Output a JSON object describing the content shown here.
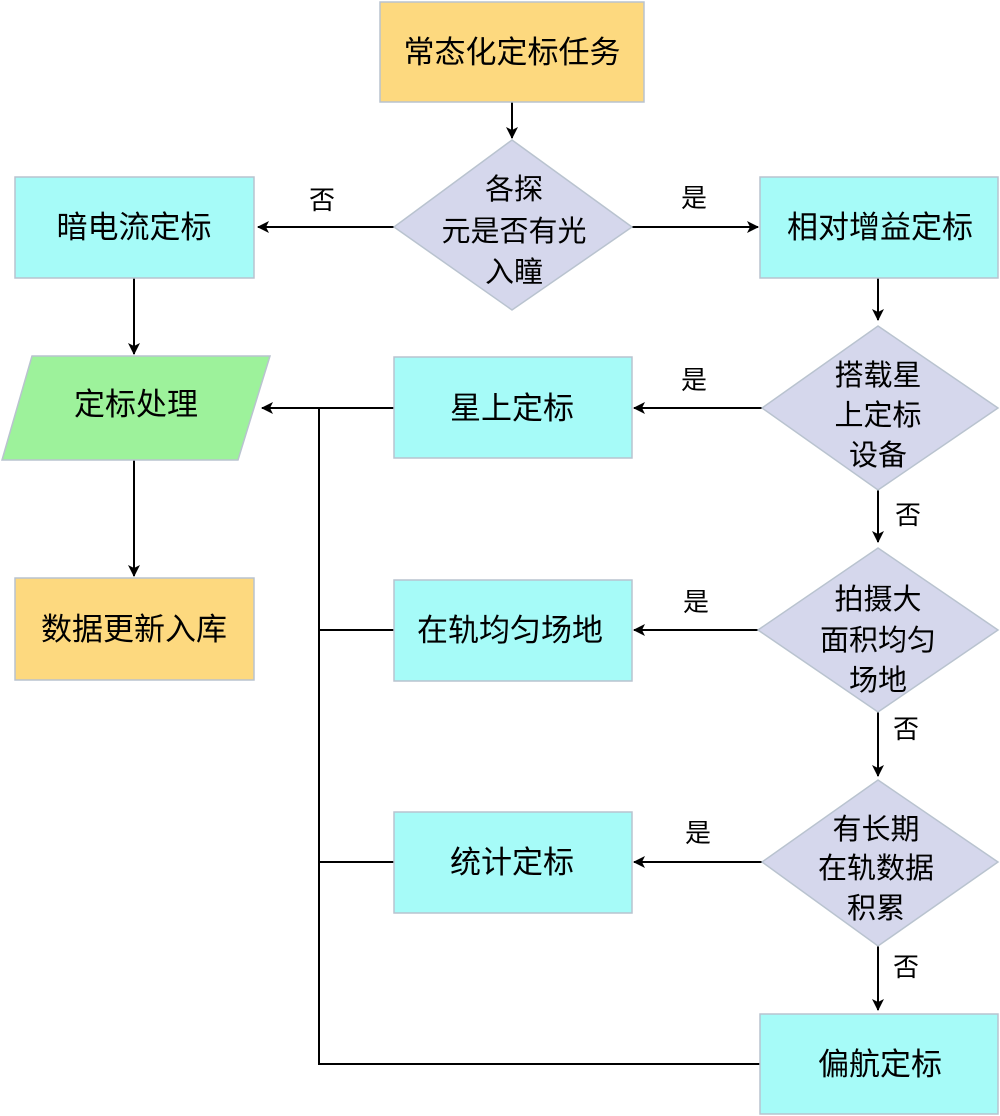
{
  "colors": {
    "start_fill": "#fdd97f",
    "process_fill": "#a6fbf8",
    "decision_fill": "#d5d7ec",
    "io_fill": "#9df29b",
    "border": "#b9c3cf",
    "line": "#000000"
  },
  "nodes": {
    "start": "常态化定标任务",
    "decision1": [
      "各探",
      "元是否有光",
      "入瞳"
    ],
    "dark_current": "暗电流定标",
    "relative_gain": "相对增益定标",
    "processing": "定标处理",
    "onboard": "星上定标",
    "decision2": [
      "搭载星",
      "上定标",
      "设备"
    ],
    "database": "数据更新入库",
    "uniform_site": "在轨均匀场地",
    "decision3": [
      "拍摄大",
      "面积均匀",
      "场地"
    ],
    "statistical": "统计定标",
    "decision4": [
      "有长期",
      "在轨数据",
      "积累"
    ],
    "yaw": "偏航定标"
  },
  "edge_labels": {
    "d1_no": "否",
    "d1_yes": "是",
    "d2_yes": "是",
    "d2_no": "否",
    "d3_yes": "是",
    "d3_no": "否",
    "d4_yes": "是",
    "d4_no": "否"
  }
}
